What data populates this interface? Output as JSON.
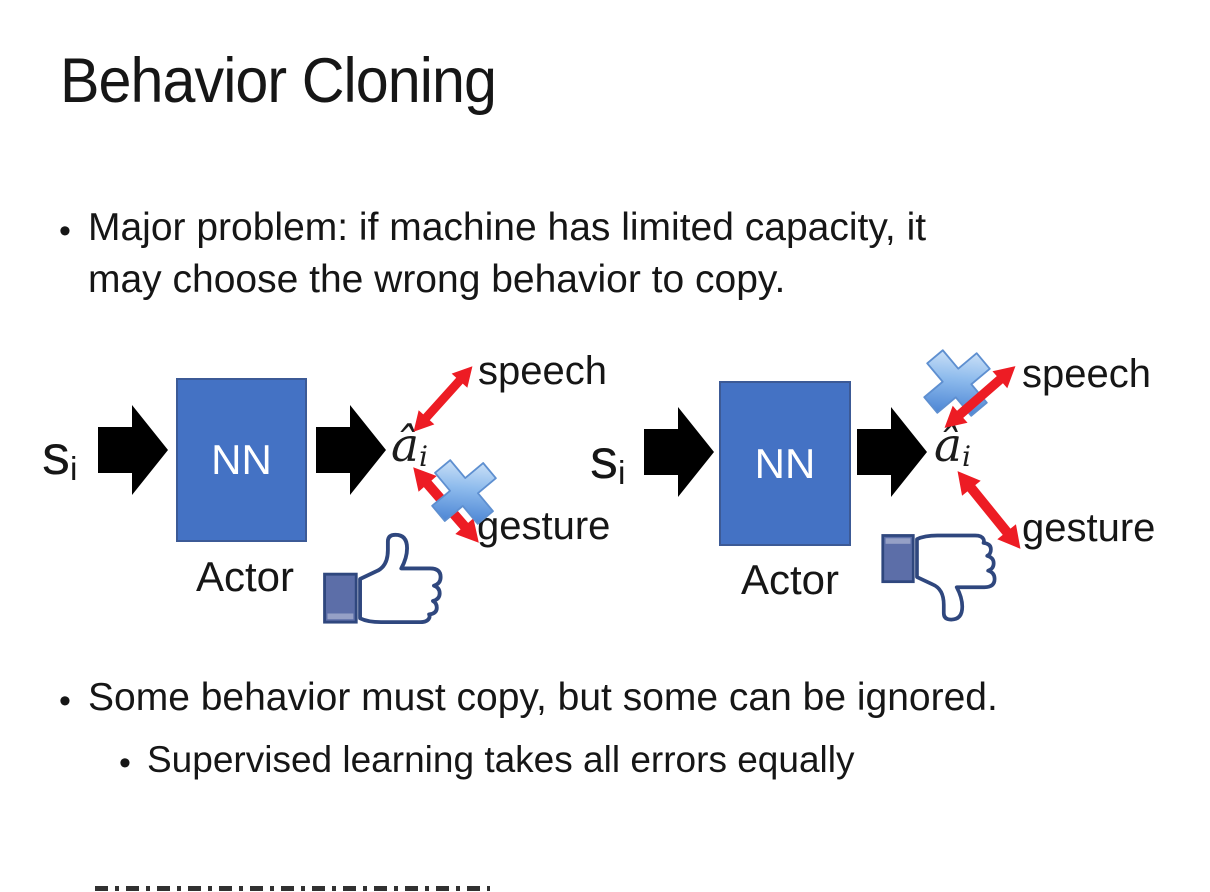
{
  "title": "Behavior Cloning",
  "bullets": {
    "major": {
      "marker": "•",
      "line1": "Major problem: if machine has limited capacity, it",
      "line2": "may choose the wrong behavior to copy."
    },
    "some": {
      "marker": "•",
      "text": "Some behavior must copy, but some can be ignored."
    },
    "supervised": {
      "marker": "•",
      "text": "Supervised learning takes all errors equally"
    }
  },
  "diagrams": {
    "left": {
      "input_base": "s",
      "input_sub": "i",
      "box_label": "NN",
      "box_caption": "Actor",
      "output_base": "â",
      "output_sub": "i",
      "speech_label": "speech",
      "gesture_label": "gesture",
      "feedback_icon": "thumbs-up",
      "crossed_arrow": "gesture"
    },
    "right": {
      "input_base": "s",
      "input_sub": "i",
      "box_label": "NN",
      "box_caption": "Actor",
      "output_base": "â",
      "output_sub": "i",
      "speech_label": "speech",
      "gesture_label": "gesture",
      "feedback_icon": "thumbs-down",
      "crossed_arrow": "speech"
    }
  },
  "colors": {
    "background": "#ffffff",
    "text": "#161616",
    "nn_box_fill": "#4472C4",
    "nn_box_text": "#ffffff",
    "black_arrow": "#000000",
    "red_arrow": "#ED1C24",
    "cross_blue": "#2d6cc9",
    "thumb_outline": "#2F477E",
    "thumb_sleeve": "#5C6EA8"
  }
}
